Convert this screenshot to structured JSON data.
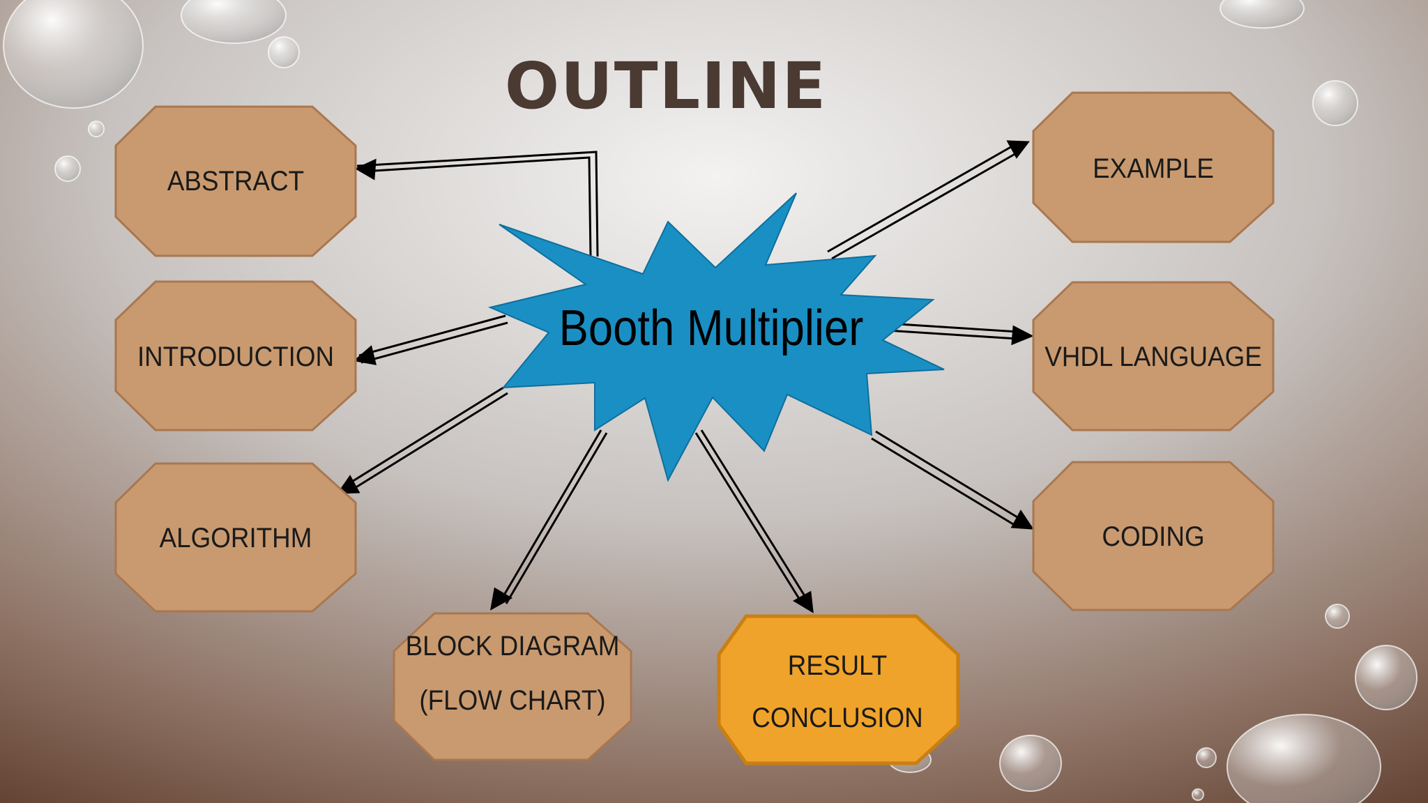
{
  "slide": {
    "title": "OUTLINE",
    "center_label": "Booth Multiplier",
    "topics": {
      "abstract": "ABSTRACT",
      "introduction": "INTRODUCTION",
      "algorithm": "ALGORITHM",
      "block_diagram_line1": "BLOCK DIAGRAM",
      "block_diagram_line2": "(FLOW CHART)",
      "result_line1": "RESULT",
      "result_line2": "CONCLUSION",
      "example": "EXAMPLE",
      "vhdl": "VHDL LANGUAGE",
      "coding": "CODING"
    }
  },
  "colors": {
    "box_fill": "#c99a6f",
    "box_stroke": "#a9774f",
    "highlight_fill": "#f0a32a",
    "highlight_stroke": "#c97f12",
    "star_fill": "#1a8fc4",
    "title_color": "#4a3a32"
  }
}
